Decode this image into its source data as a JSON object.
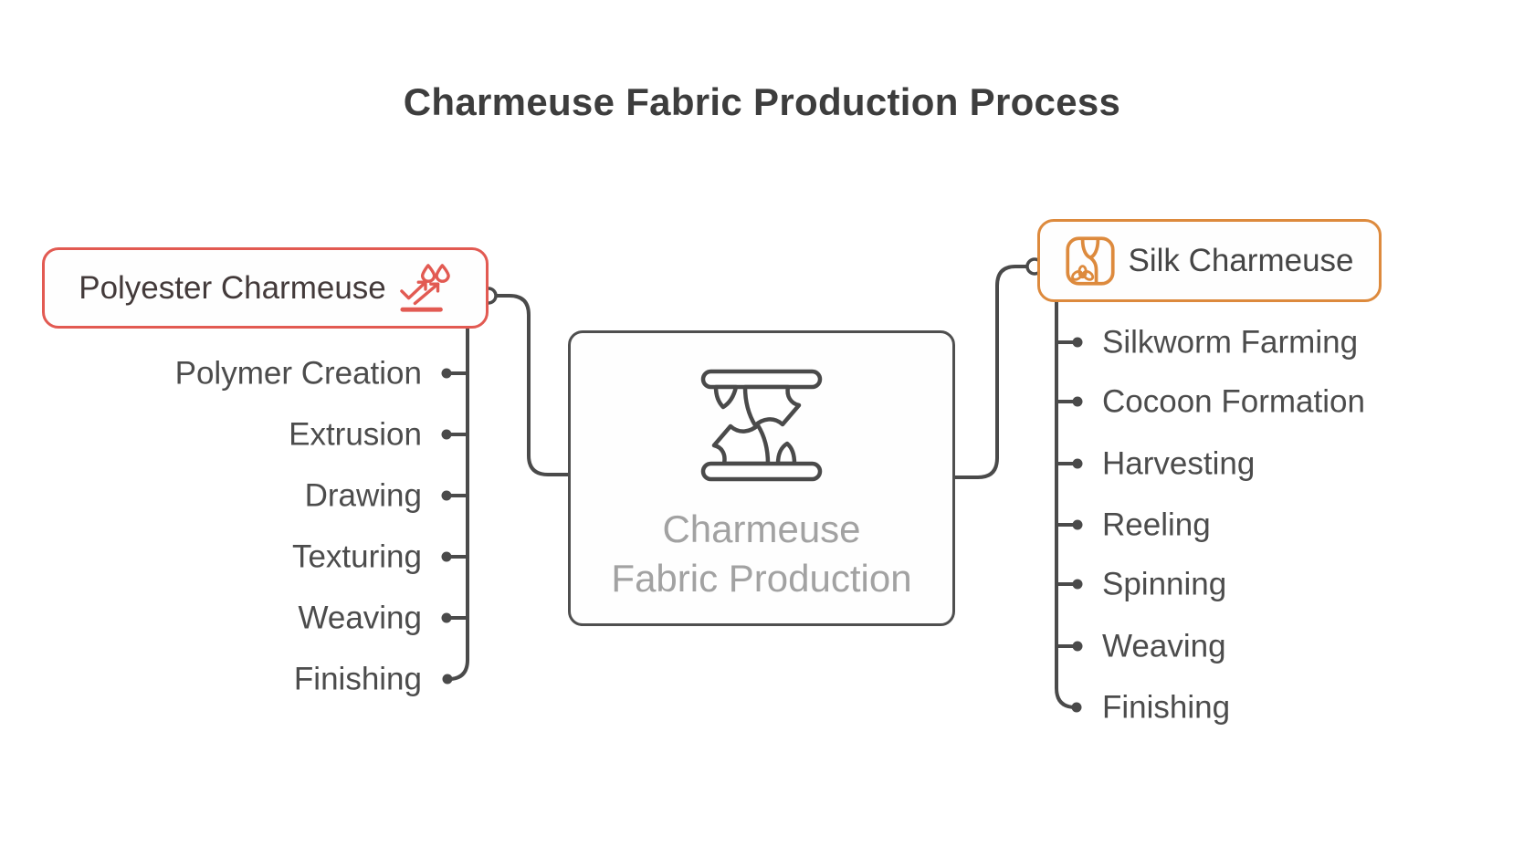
{
  "page": {
    "title": "Charmeuse Fabric Production Process",
    "background": "#ffffff"
  },
  "center_node": {
    "icon": "torn-fabric-icon",
    "line1": "Charmeuse",
    "line2": "Fabric Production"
  },
  "left_branch": {
    "label": "Polyester Charmeuse",
    "icon": "water-repellent-icon",
    "accent_color": "#e25a52",
    "steps": [
      "Polymer Creation",
      "Extrusion",
      "Drawing",
      "Texturing",
      "Weaving",
      "Finishing"
    ]
  },
  "right_branch": {
    "label": "Silk Charmeuse",
    "icon": "silk-garment-icon",
    "accent_color": "#dd8a3d",
    "steps": [
      "Silkworm Farming",
      "Cocoon Formation",
      "Harvesting",
      "Reeling",
      "Spinning",
      "Weaving",
      "Finishing"
    ]
  },
  "colors": {
    "connector": "#4a4a4a",
    "title_text": "#3d3d3d",
    "polyester_accent": "#e25a52",
    "silk_accent": "#dd8a3d",
    "step_text": "#4c4c4c",
    "center_text": "#a2a2a2"
  }
}
